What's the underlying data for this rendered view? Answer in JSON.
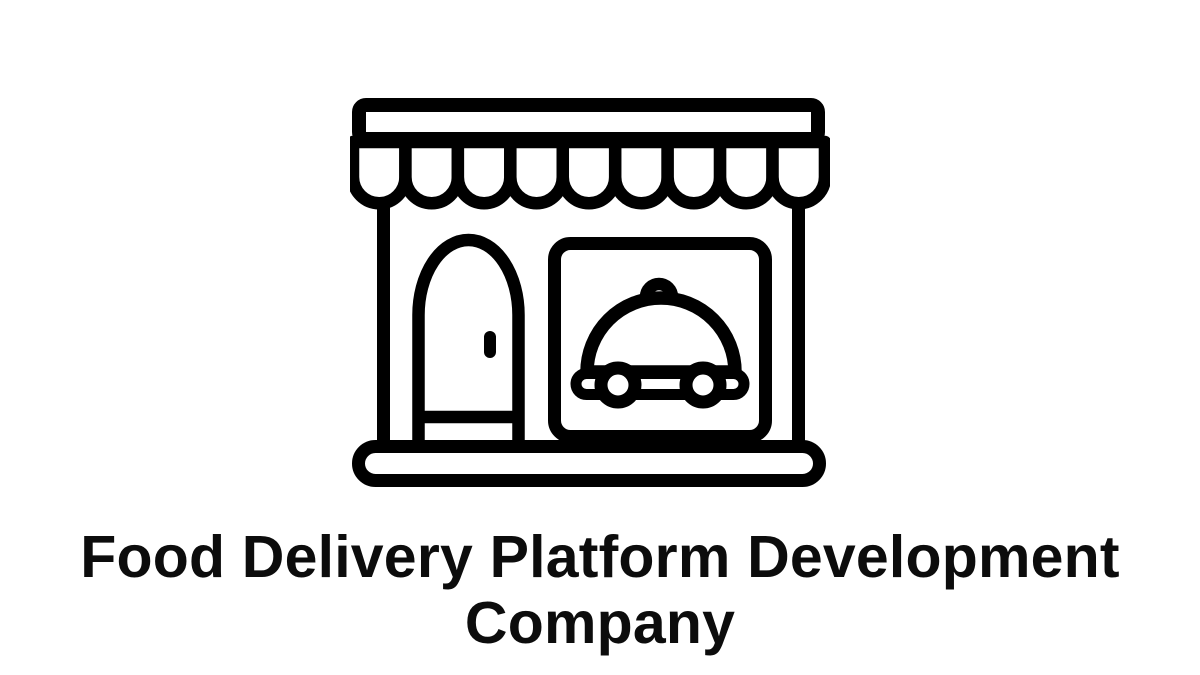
{
  "colors": {
    "ink": "#000000",
    "paper": "#ffffff",
    "title": "#0c0c0c"
  },
  "icon": {
    "semantic": "storefront-food-delivery-icon",
    "scallop_count": 9,
    "parts": [
      "awning-sign-board",
      "awning-scallops",
      "left-wall",
      "right-wall",
      "arched-door",
      "door-threshold",
      "door-handle",
      "display-window",
      "cloche-knob",
      "cloche-dome",
      "delivery-tray",
      "left-wheel",
      "right-wheel",
      "storefront-base"
    ]
  },
  "title": {
    "line1": "Food Delivery Platform Development",
    "line2": "Company",
    "full": "Food Delivery Platform Development Company"
  }
}
